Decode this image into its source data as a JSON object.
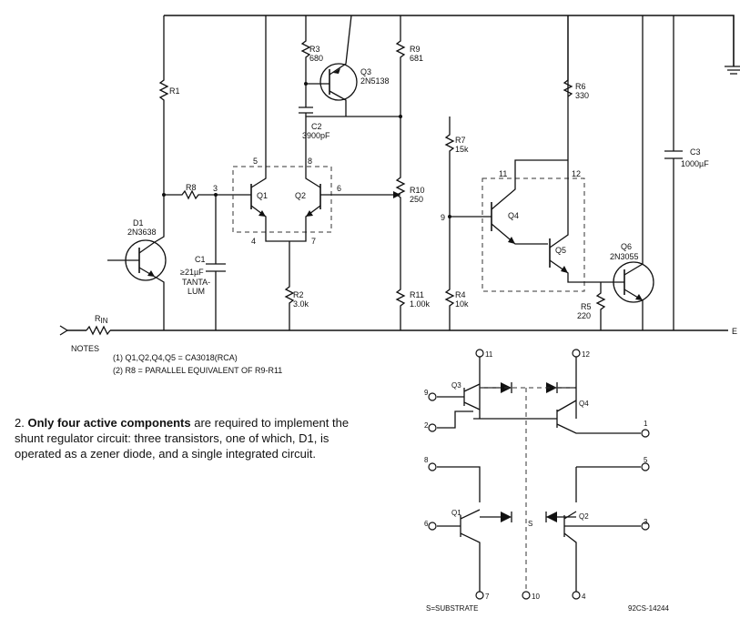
{
  "labels": {
    "r1": "R1",
    "r3": "R3",
    "r3v": "680",
    "q3": "Q3",
    "q3t": "2N5138",
    "r9": "R9",
    "r9v": "681",
    "r6": "R6",
    "r6v": "330",
    "c2": "C2",
    "c2v": "3900pF",
    "r7": "R7",
    "r7v": "15k",
    "c3": "C3",
    "c3v": "1000µF",
    "d1": "D1",
    "d1t": "2N3638",
    "r8": "R8",
    "q1": "Q1",
    "q2": "Q2",
    "r10": "R10",
    "r10v": "250",
    "q4": "Q4",
    "q5": "Q5",
    "q6": "Q6",
    "q6t": "2N3055",
    "c1": "C1",
    "c1v": "≥21µF",
    "c1t1": "TANTA-",
    "c1t2": "LUM",
    "r2": "R2",
    "r2v": "3.0k",
    "r11": "R11",
    "r11v": "1.00k",
    "r4": "R4",
    "r4v": "10k",
    "r5": "R5",
    "r5v": "220",
    "rin": "R",
    "rin_sub": "IN",
    "eo": "E",
    "n3": "3",
    "n5": "5",
    "n8": "8",
    "n6": "6",
    "n4": "4",
    "n7": "7",
    "n9": "9",
    "n11": "11",
    "n12": "12"
  },
  "notes": {
    "title": "NOTES",
    "n1": "(1) Q1,Q2,Q4,Q5 = CA3018(RCA)",
    "n2": "(2) R8 = PARALLEL EQUIVALENT OF R9-R11"
  },
  "ic": {
    "q3": "Q3",
    "q4": "Q4",
    "q1": "Q1",
    "q2": "Q2",
    "s": "S",
    "p11": "11",
    "p12": "12",
    "p9": "9",
    "p2": "2",
    "p1": "1",
    "p8": "8",
    "p5": "5",
    "p6": "6",
    "p3": "3",
    "p7": "7",
    "p10": "10",
    "p4": "4",
    "substrate": "S=SUBSTRATE",
    "code": "92CS-14244"
  },
  "caption": {
    "number": "2.",
    "bold": "Only four active components",
    "rest": " are required to implement the shunt regulator circuit: three transistors, one of which, D1, is operated as a zener diode, and a single integrated circuit."
  }
}
